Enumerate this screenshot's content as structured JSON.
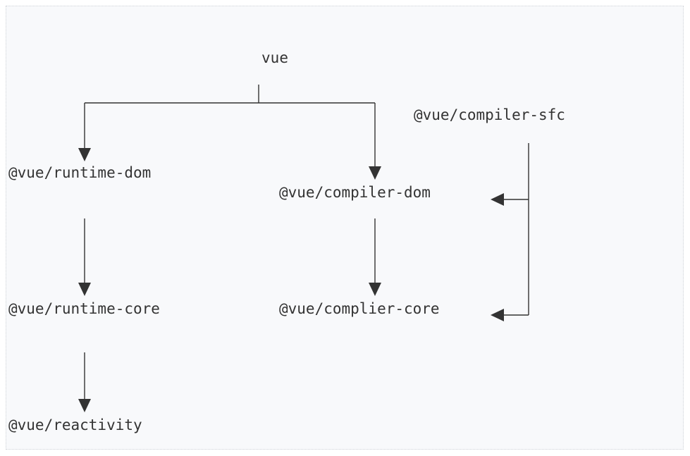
{
  "diagram": {
    "nodes": {
      "vue": "vue",
      "compiler_sfc": "@vue/compiler-sfc",
      "runtime_dom": "@vue/runtime-dom",
      "compiler_dom": "@vue/compiler-dom",
      "runtime_core": "@vue/runtime-core",
      "compiler_core": "@vue/complier-core",
      "reactivity": "@vue/reactivity"
    },
    "edges": [
      {
        "from": "vue",
        "to": "runtime_dom"
      },
      {
        "from": "vue",
        "to": "compiler_dom"
      },
      {
        "from": "compiler_sfc",
        "to": "compiler_dom"
      },
      {
        "from": "compiler_sfc",
        "to": "compiler_core"
      },
      {
        "from": "runtime_dom",
        "to": "runtime_core"
      },
      {
        "from": "compiler_dom",
        "to": "compiler_core"
      },
      {
        "from": "runtime_core",
        "to": "reactivity"
      }
    ],
    "colors": {
      "line": "#333333",
      "text": "#333333",
      "background": "#f8f9fb",
      "frame_border": "#cfd3d8"
    }
  }
}
